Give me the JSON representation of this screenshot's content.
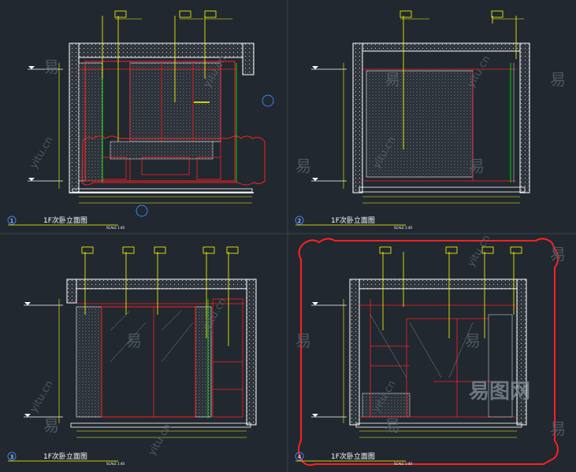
{
  "panels": [
    {
      "number": "1",
      "title": "1F次卧立面图",
      "scale": "SCALE 1:40"
    },
    {
      "number": "2",
      "title": "1F次卧立面图",
      "scale": "SCALE 1:40"
    },
    {
      "number": "3",
      "title": "1F次卧立面图",
      "scale": "SCALE 1:40"
    },
    {
      "number": "4",
      "title": "1F次卧立面图",
      "scale": "SCALE 1:40"
    }
  ],
  "watermarks": {
    "glyph": "易",
    "site": "yitu.cn",
    "logo": "易图网"
  },
  "colors": {
    "background": "#212830",
    "wall": "#ffffff",
    "callout": "#ffff00",
    "red_line": "#ff2020",
    "hatch": "#8a8a8a",
    "green": "#00ff00"
  }
}
